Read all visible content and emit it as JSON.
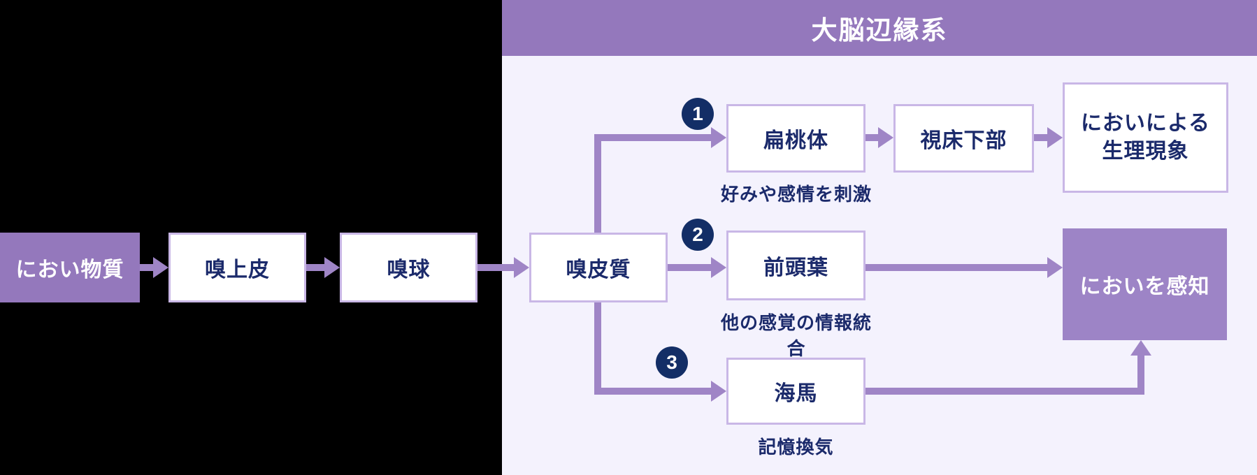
{
  "banner": {
    "title": "大脳辺縁系"
  },
  "nodes": {
    "odorant": {
      "label": "におい物質"
    },
    "olfactory_epithelium": {
      "label": "嗅上皮"
    },
    "olfactory_bulb": {
      "label": "嗅球"
    },
    "olfactory_cortex": {
      "label": "嗅皮質"
    },
    "amygdala": {
      "label": "扁桃体"
    },
    "hypothalamus": {
      "label": "視床下部"
    },
    "physiological_response": {
      "label": "においによる\n生理現象"
    },
    "frontal_lobe": {
      "label": "前頭葉"
    },
    "odor_perception": {
      "label": "においを感知"
    },
    "hippocampus": {
      "label": "海馬"
    }
  },
  "badges": {
    "one": "1",
    "two": "2",
    "three": "3"
  },
  "captions": {
    "amygdala": "好みや感情を刺激",
    "frontal_lobe": "他の感覚の情報統合",
    "hippocampus": "記憶換気"
  },
  "colors": {
    "background": "#000000",
    "panel": "#f4f2fd",
    "banner_purple": "#9478bc",
    "arrow_purple": "#9f85c6",
    "box_border": "#c9b7e6",
    "text_navy": "#1b2a6b",
    "badge_navy": "#132e66"
  }
}
